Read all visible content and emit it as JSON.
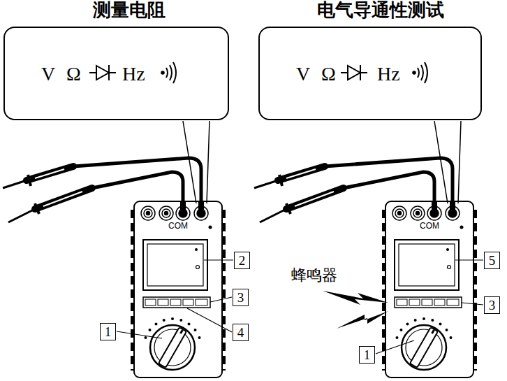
{
  "diagram": {
    "nodes": [
      {
        "text": [
          "V",
          "Ω",
          "Hz"
        ]
      },
      {
        "text": [
          "V",
          "Ω",
          "Hz"
        ]
      },
      {
        "text": [
          "1"
        ]
      },
      {
        "text": [
          "2"
        ]
      },
      {
        "text": [
          "3"
        ]
      },
      {
        "text": [
          "4"
        ]
      },
      {
        "text": [
          "5"
        ]
      },
      {
        "text": [
          "3"
        ]
      },
      {
        "text": [
          "1"
        ]
      }
    ],
    "labels": [
      "测量电阻",
      "电气导通性测试",
      "COM",
      "COM",
      "蜂鸣器"
    ]
  }
}
